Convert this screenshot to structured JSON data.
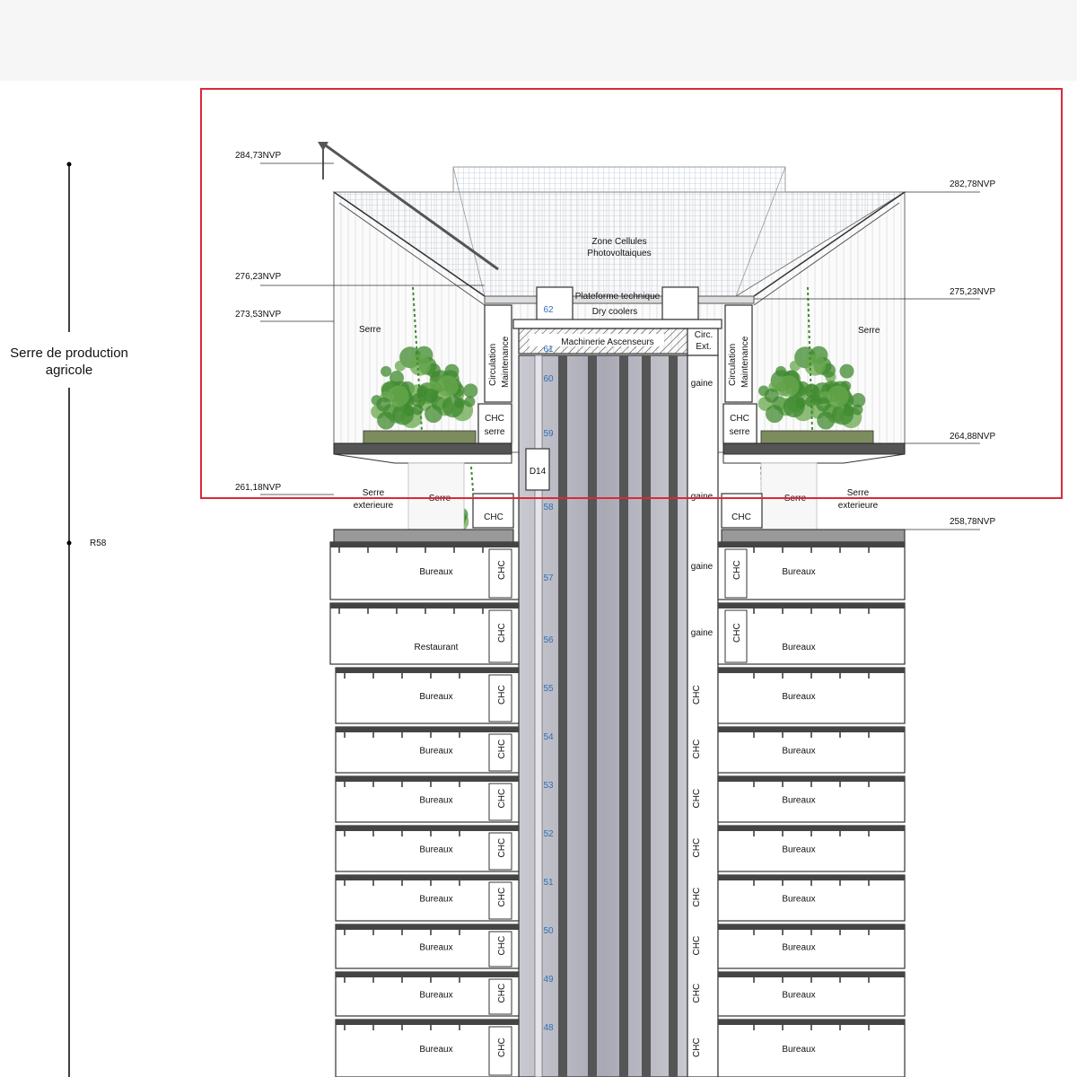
{
  "side_label": {
    "line1": "Serre de production",
    "line2": "agricole"
  },
  "r_label": "R58",
  "elevations": [
    "284,73NVP",
    "282,78NVP",
    "276,23NVP",
    "275,23NVP",
    "273,53NVP",
    "264,88NVP",
    "261,18NVP",
    "258,78NVP"
  ],
  "greenhouse": {
    "pv_zone_line1": "Zone Cellules",
    "pv_zone_line2": "Photovoltaiques",
    "plateforme": "Plateforme technique",
    "dry_coolers": "Dry coolers",
    "machinerie": "Machinerie Ascenseurs",
    "circ_ext_line1": "Circ.",
    "circ_ext_line2": "Ext.",
    "serre_left": "Serre",
    "serre_right": "Serre",
    "circulation": "Circulation",
    "maintenance": "Maintenance",
    "chc_serre_line1": "CHC",
    "chc_serre_line2": "serre",
    "d14": "D14",
    "serre_exterieure_line1": "Serre",
    "serre_exterieure_line2": "exterieure",
    "serre_overlap": "Serre",
    "chc": "CHC",
    "gaine": "gaine"
  },
  "core_levels": [
    "62",
    "61",
    "60",
    "59",
    "58",
    "57",
    "56",
    "55",
    "54",
    "53",
    "52",
    "51",
    "50",
    "49",
    "48"
  ],
  "floors": [
    {
      "level": "57",
      "left": "Bureaux",
      "right": "Bureaux",
      "right_core": "gaine"
    },
    {
      "level": "56",
      "left": "Restaurant",
      "right": "Bureaux",
      "right_core": "gaine"
    },
    {
      "level": "55",
      "left": "Bureaux",
      "right": "Bureaux",
      "right_core": "CHC"
    },
    {
      "level": "54",
      "left": "Bureaux",
      "right": "Bureaux",
      "right_core": "CHC"
    },
    {
      "level": "53",
      "left": "Bureaux",
      "right": "Bureaux",
      "right_core": "CHC"
    },
    {
      "level": "52",
      "left": "Bureaux",
      "right": "Bureaux",
      "right_core": "CHC"
    },
    {
      "level": "51",
      "left": "Bureaux",
      "right": "Bureaux",
      "right_core": "CHC"
    },
    {
      "level": "50",
      "left": "Bureaux",
      "right": "Bureaux",
      "right_core": "CHC"
    },
    {
      "level": "49",
      "left": "Bureaux",
      "right": "Bureaux",
      "right_core": "CHC"
    },
    {
      "level": "48",
      "left": "Bureaux",
      "right": "Bureaux",
      "right_core": "CHC"
    }
  ],
  "colors": {
    "highlight": "#d62b3a",
    "level_text": "#2f6fb7",
    "core_grey": "#9a9aa6",
    "plant_green": "#3f8a2f"
  }
}
